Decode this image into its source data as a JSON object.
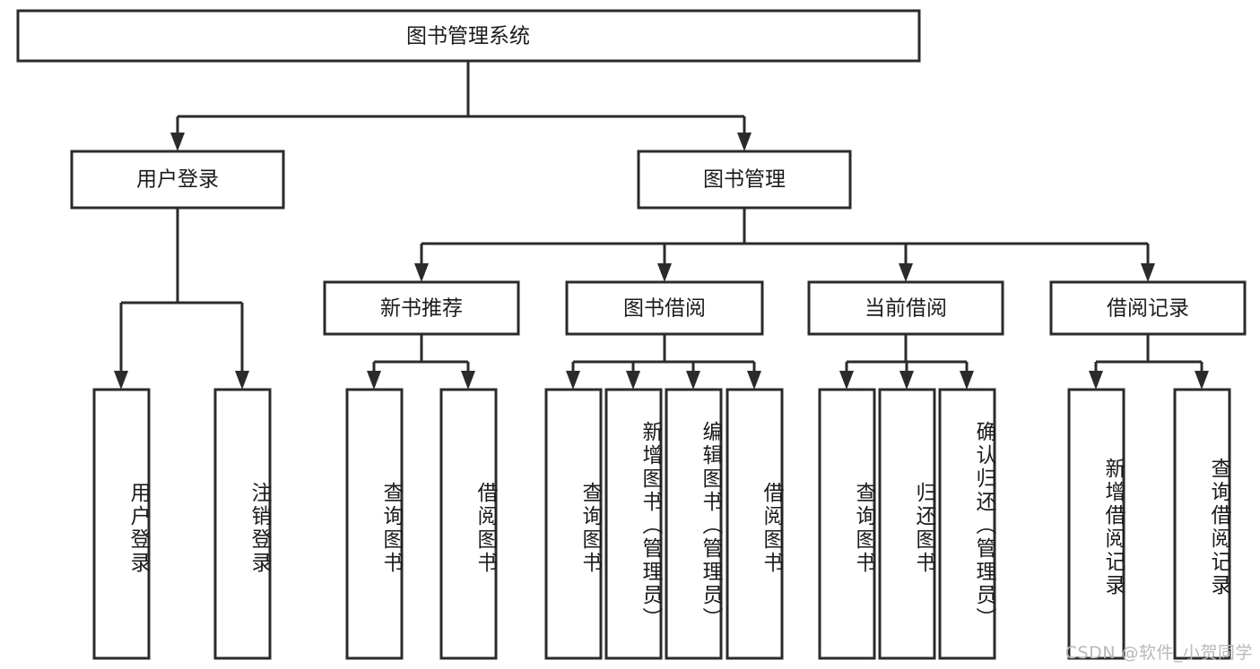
{
  "diagram": {
    "type": "hierarchy-tree",
    "title": "图书管理系统",
    "watermark": "CSDN @软件_小贺同学",
    "colors": {
      "box_stroke": "#2b2b2b",
      "box_fill": "#ffffff",
      "text": "#1b1b1b",
      "background": "#ffffff",
      "watermark": "#b9b9b9"
    },
    "levels": {
      "root": "图书管理系统",
      "level2": [
        "用户登录",
        "图书管理"
      ],
      "level3": [
        "新书推荐",
        "图书借阅",
        "当前借阅",
        "借阅记录"
      ]
    },
    "nodes": {
      "root": {
        "label": "图书管理系统"
      },
      "user_login": {
        "label": "用户登录"
      },
      "book_manage": {
        "label": "图书管理"
      },
      "new_book_rec": {
        "label": "新书推荐"
      },
      "book_borrow": {
        "label": "图书借阅"
      },
      "current_borrow": {
        "label": "当前借阅"
      },
      "borrow_record": {
        "label": "借阅记录"
      }
    },
    "leaves": {
      "user_login": [
        {
          "label": "用户登录"
        },
        {
          "label": "注销登录"
        }
      ],
      "new_book_rec": [
        {
          "label": "查询图书"
        },
        {
          "label": "借阅图书"
        }
      ],
      "book_borrow": [
        {
          "label": "查询图书"
        },
        {
          "label": "新增图书（管理员）"
        },
        {
          "label": "编辑图书（管理员）"
        },
        {
          "label": "借阅图书"
        }
      ],
      "current_borrow": [
        {
          "label": "查询图书"
        },
        {
          "label": "归还图书"
        },
        {
          "label": "确认归还（管理员）"
        }
      ],
      "borrow_record": [
        {
          "label": "新增借阅记录"
        },
        {
          "label": "查询借阅记录"
        }
      ]
    }
  }
}
